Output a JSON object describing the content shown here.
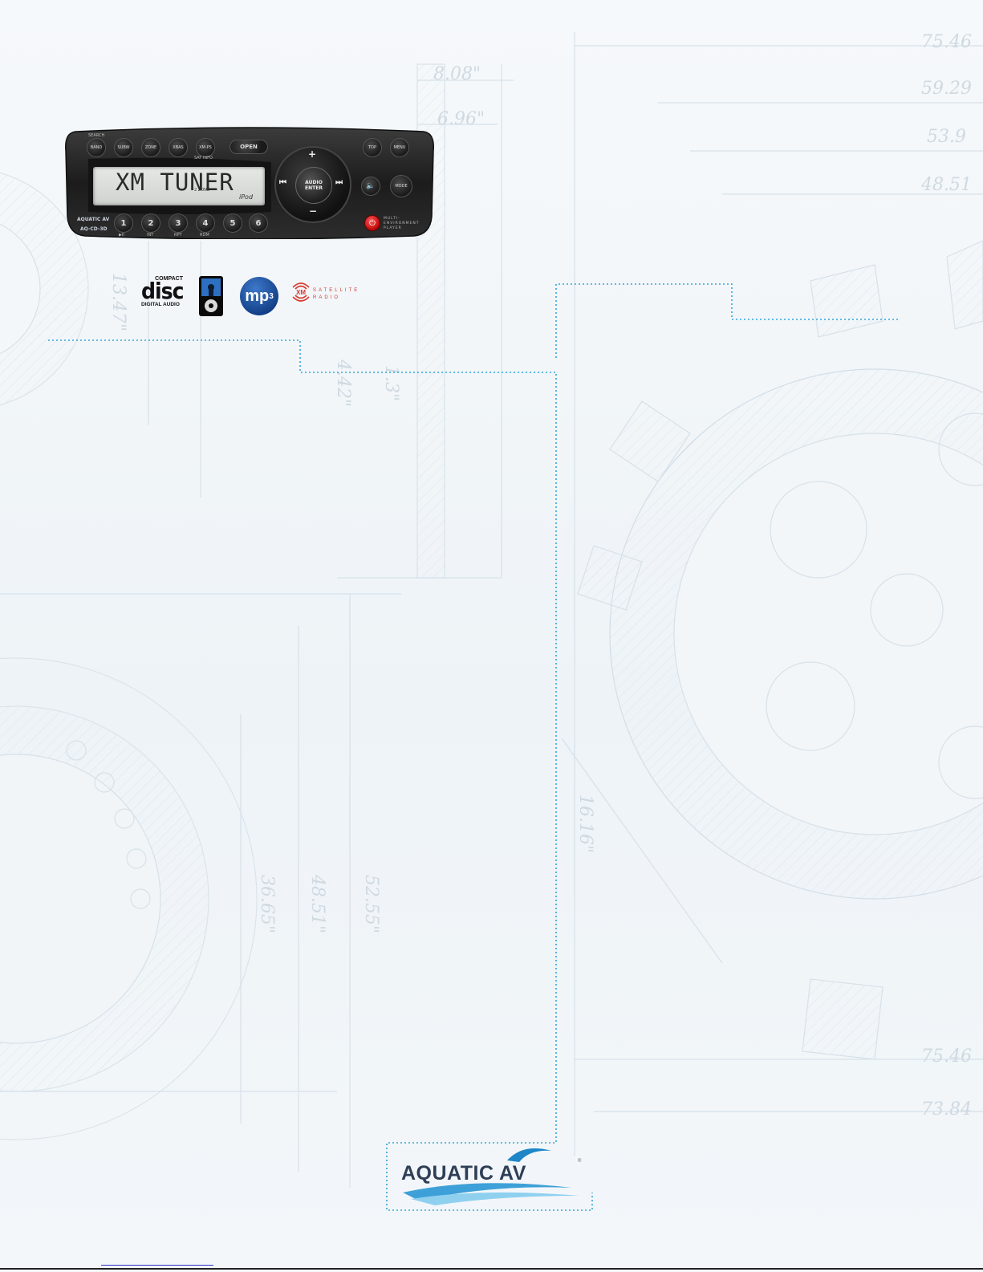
{
  "radio": {
    "lcd_text": "XM TUNER",
    "lcd_zone": "2 ZONE",
    "lcd_ipod": "iPod",
    "top_buttons": [
      "BAND",
      "SUBW",
      "ZONE",
      "XBAS",
      "XM-PS"
    ],
    "top_label_search": "SEARCH",
    "open_label": "OPEN",
    "sat_info": "SAT INFO",
    "top_right_buttons": [
      "TOP",
      "MENU"
    ],
    "number_buttons": [
      "1",
      "2",
      "3",
      "4",
      "5",
      "6"
    ],
    "number_sublabels": [
      "▶II",
      "INT",
      "RPT",
      "RDM"
    ],
    "pad_center_line1": "AUDIO",
    "pad_center_line2": "ENTER",
    "mode_label": "MODE",
    "brand": "AQUATIC AV",
    "model": "AQ-CD-3D",
    "multi_env": "MULTI-ENVIRONMENT PLAYER"
  },
  "logos": {
    "cd_top": "COMPACT",
    "cd_main": "disc",
    "cd_bottom": "DIGITAL AUDIO",
    "mp3": "mp",
    "mp3_sup": "3",
    "xm": "XM",
    "xm_sub": "SATELLITE RADIO"
  },
  "footer_logo": {
    "text": "AQUATIC AV",
    "reg": "®"
  },
  "dimensions": {
    "top_right": [
      "75.46",
      "59.29",
      "53.9",
      "48.51"
    ],
    "mid": [
      "8.08\"",
      "6.96\"",
      "13.47\"",
      "4.42\"",
      "1.3\""
    ],
    "lower": [
      "36.65\"",
      "48.51\"",
      "52.55\"",
      "16.16\""
    ],
    "bottom_right": [
      "75.46",
      "73.84"
    ]
  },
  "colors": {
    "dotted_border": "#2ea7d6",
    "blueprint_line": "#d2dde6",
    "xm_red": "#d53a2e",
    "mp3_blue": "#1e58a8"
  }
}
